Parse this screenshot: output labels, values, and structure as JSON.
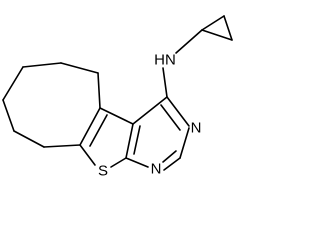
{
  "molecule": {
    "atoms": {
      "nh": "HN",
      "n_top": "N",
      "n_bottom": "N",
      "s": "S"
    }
  }
}
